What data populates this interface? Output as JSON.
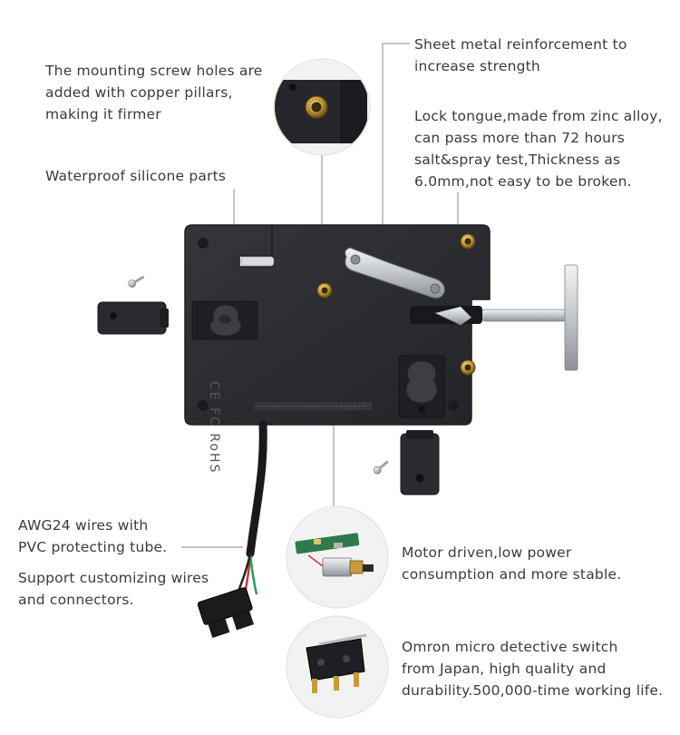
{
  "callouts": {
    "mounting_screw": {
      "lines": [
        "The mounting screw holes are",
        "added with copper pillars,",
        "making it firmer"
      ]
    },
    "sheet_metal": {
      "lines": [
        "Sheet metal reinforcement to",
        "increase strength"
      ]
    },
    "lock_tongue": {
      "lines": [
        "Lock tongue,made from zinc alloy,",
        "can pass more than 72 hours",
        "salt&spray test,Thickness as",
        "6.0mm,not easy to be broken."
      ]
    },
    "silicone": {
      "lines": [
        "Waterproof silicone parts"
      ]
    },
    "wires": {
      "lines": [
        "AWG24 wires with",
        "PVC protecting tube."
      ]
    },
    "customize": {
      "lines": [
        "Support customizing wires",
        "and connectors."
      ]
    },
    "motor": {
      "lines": [
        "Motor driven,low power",
        "consumption and more stable."
      ]
    },
    "switch": {
      "lines": [
        "Omron micro detective switch",
        "from Japan, high quality and",
        "durability.500,000-time working life."
      ]
    }
  },
  "product_marks": {
    "cert_labels": "CE FC RoHS"
  },
  "colors": {
    "body": "#2b2c30",
    "body_edge": "#1c1d20",
    "brass": "#c89b3a",
    "steel": "#c9ccd0",
    "leader": "#8a8a8a"
  }
}
